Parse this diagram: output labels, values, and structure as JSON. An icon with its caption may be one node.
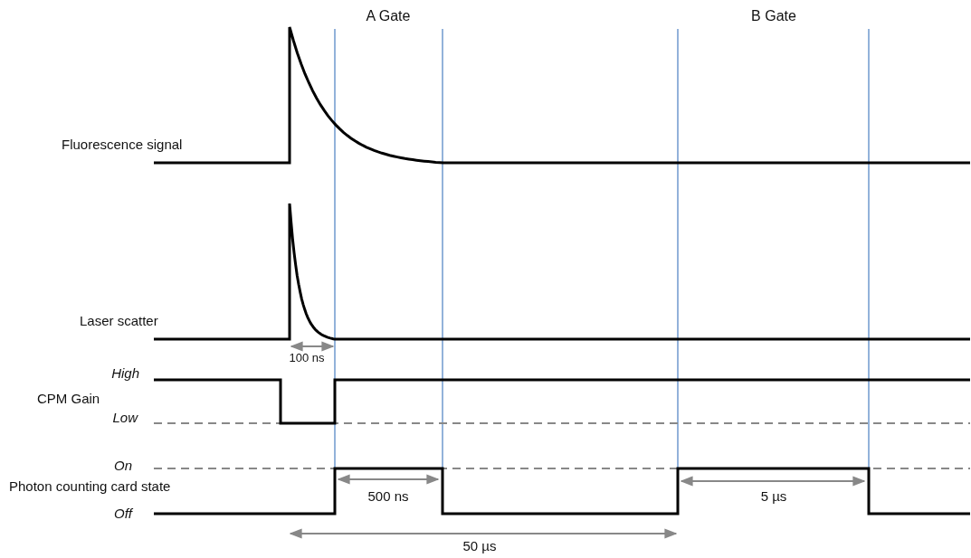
{
  "diagram": {
    "labels": [
      "A Gate",
      "B Gate",
      "Fluorescence signal",
      "Laser scatter",
      "100 ns",
      "High",
      "CPM Gain",
      "Low",
      "On",
      "Photon counting card state",
      "500 ns",
      "5 µs",
      "Off",
      "50 µs"
    ]
  }
}
